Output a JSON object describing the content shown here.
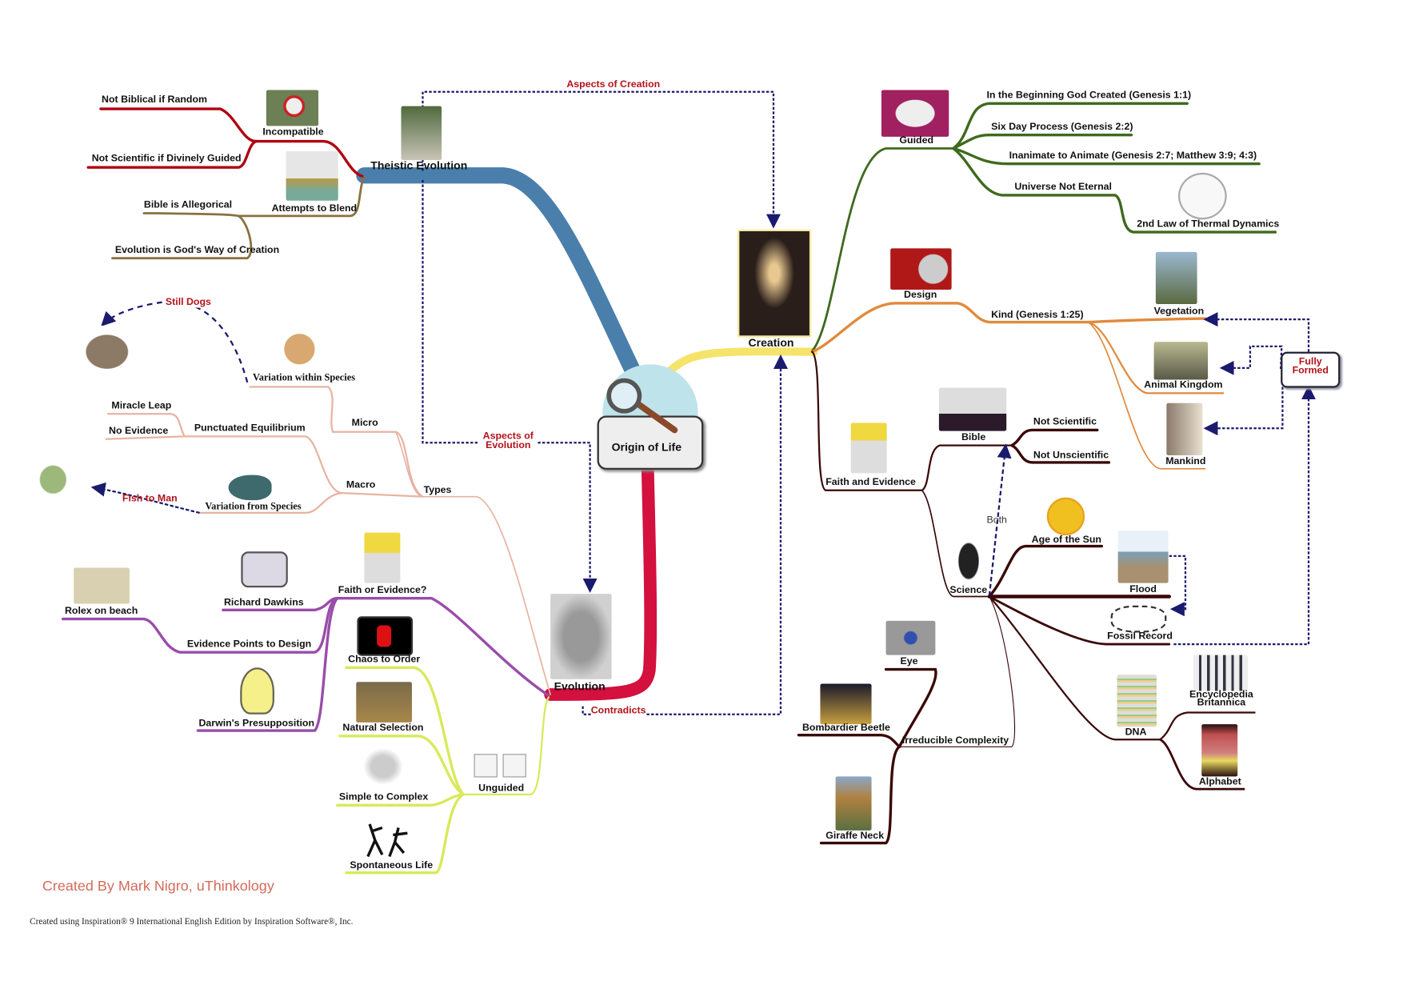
{
  "center": {
    "label": "Origin of Life",
    "icon": "magnifying-glass-icon"
  },
  "links": {
    "aspects_of_creation": "Aspects of Creation",
    "aspects_of_evolution": "Aspects of Evolution",
    "contradicts": "Contradicts",
    "still_dogs": "Still Dogs",
    "fish_to_man": "Fish to Man",
    "both": "Both",
    "fully_formed": "Fully Formed"
  },
  "theistic": {
    "label": "Theistic Evolution",
    "incompatible": "Incompatible",
    "not_biblical": "Not Biblical if Random",
    "not_scientific": "Not Scientific if Divinely Guided",
    "attempts": "Attempts to Blend",
    "allegorical": "Bible is Allegorical",
    "gods_way": "Evolution is God's Way of Creation"
  },
  "evolution": {
    "label": "Evolution",
    "types": "Types",
    "micro": "Micro",
    "variation_within": "Variation within Species",
    "macro": "Macro",
    "punctuated": "Punctuated Equilibrium",
    "miracle_leap": "Miracle Leap",
    "no_evidence": "No Evidence",
    "variation_from": "Variation from Species",
    "faith_or_evidence": "Faith or Evidence?",
    "dawkins": "Richard Dawkins",
    "evidence_design": "Evidence Points to Design",
    "rolex": "Rolex on beach",
    "darwin_presupposition": "Darwin's Presupposition",
    "unguided": "Unguided",
    "chaos": "Chaos to Order",
    "natural_selection": "Natural Selection",
    "simple_complex": "Simple to Complex",
    "spontaneous": "Spontaneous Life"
  },
  "creation": {
    "label": "Creation",
    "guided": "Guided",
    "beginning": "In the Beginning God Created  (Genesis 1:1)",
    "six_day": "Six Day Process (Genesis 2:2)",
    "inanimate": "Inanimate to Animate (Genesis 2:7; Matthew 3:9; 4:3)",
    "universe": "Universe Not Eternal",
    "second_law": "2nd Law of Thermal Dynamics",
    "design": "Design",
    "kind": "Kind (Genesis 1:25)",
    "vegetation": "Vegetation",
    "animal": "Animal Kingdom",
    "mankind": "Mankind",
    "faith_evidence": "Faith and Evidence",
    "bible": "Bible",
    "not_sci": "Not Scientific",
    "not_unsci": "Not Unscientific",
    "science": "Science",
    "age_sun": "Age of the Sun",
    "flood": "Flood",
    "fossil": "Fossil Record",
    "dna": "DNA",
    "encyclopedia_1": "Encyclopedia",
    "encyclopedia_2": "Britannica",
    "alphabet": "Alphabet",
    "irreducible": "Irreducible Complexity",
    "eye": "Eye",
    "beetle": "Bombardier Beetle",
    "giraffe": "Giraffe Neck"
  },
  "credit": "Created By Mark Nigro, uThinkology",
  "footer": "Created using Inspiration® 9 International English Edition by Inspiration Software®, Inc.",
  "colors": {
    "theistic": "#4a7fab",
    "evolution": "#d3103e",
    "creation": "#f6e36a",
    "incompatible": "#b00010",
    "attempts": "#8a7040",
    "types": "#e8b3a3",
    "faith": "#9a4caa",
    "unguided": "#d9e95a",
    "guided": "#3e6a1e",
    "design": "#e08a3c",
    "faith_evidence": "#3a0808",
    "link": "#1a1a6e"
  }
}
